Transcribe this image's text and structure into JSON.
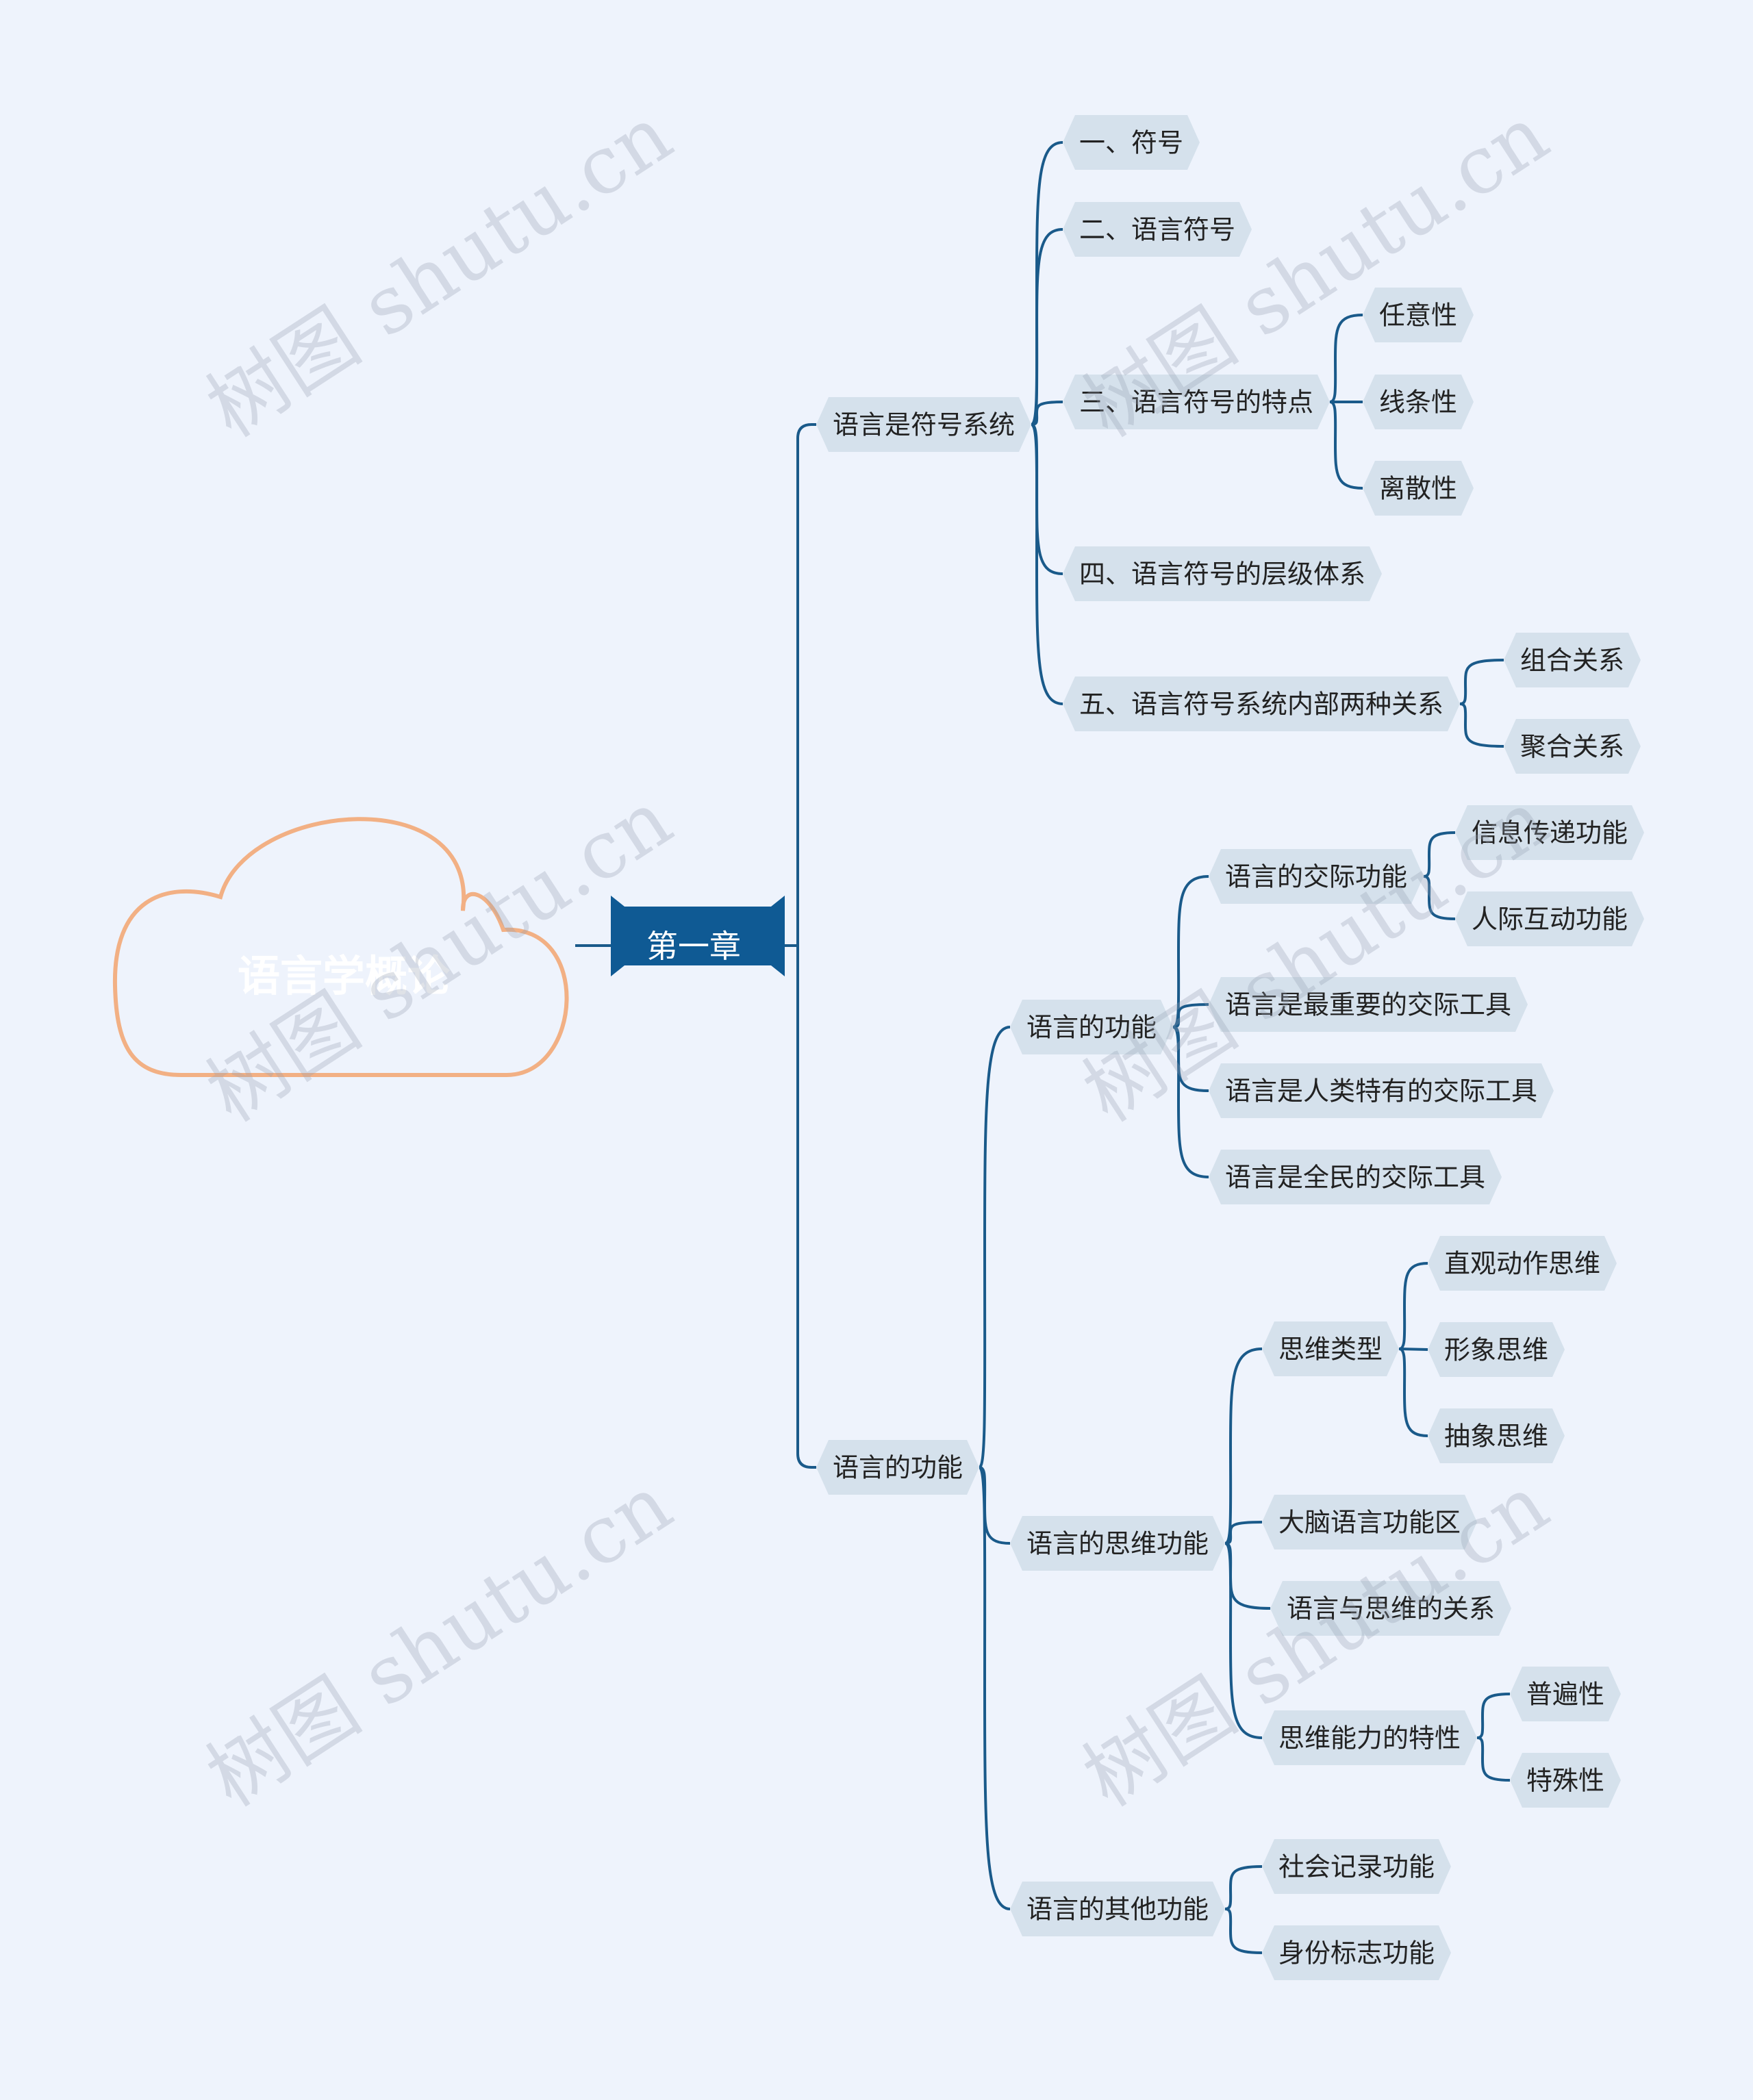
{
  "colors": {
    "background": "#eef3fc",
    "line": "#1a5a8a",
    "node_fill": "#d5e1ec",
    "node_text": "#222222",
    "chapter_fill": "#0f5a94",
    "chapter_text": "#ffffff",
    "cloud_stroke": "#f2b084",
    "cloud_text": "#ffffff"
  },
  "root": {
    "label": "语言学概论",
    "icon": "cloud-icon"
  },
  "chapter": {
    "label": "第一章"
  },
  "tree": [
    {
      "label": "语言是符号系统",
      "children": [
        {
          "label": "一、符号"
        },
        {
          "label": "二、语言符号"
        },
        {
          "label": "三、语言符号的特点",
          "children": [
            {
              "label": "任意性"
            },
            {
              "label": "线条性"
            },
            {
              "label": "离散性"
            }
          ]
        },
        {
          "label": "四、语言符号的层级体系"
        },
        {
          "label": "五、语言符号系统内部两种关系",
          "children": [
            {
              "label": "组合关系"
            },
            {
              "label": "聚合关系"
            }
          ]
        }
      ]
    },
    {
      "label": "语言的功能",
      "children": [
        {
          "label": "语言的功能",
          "children": [
            {
              "label": "语言的交际功能",
              "children": [
                {
                  "label": "信息传递功能"
                },
                {
                  "label": "人际互动功能"
                }
              ]
            },
            {
              "label": "语言是最重要的交际工具"
            },
            {
              "label": "语言是人类特有的交际工具"
            },
            {
              "label": "语言是全民的交际工具"
            }
          ]
        },
        {
          "label": "语言的思维功能",
          "children": [
            {
              "label": "思维类型",
              "children": [
                {
                  "label": "直观动作思维"
                },
                {
                  "label": "形象思维"
                },
                {
                  "label": "抽象思维"
                }
              ]
            },
            {
              "label": "大脑语言功能区"
            },
            {
              "label": "语言与思维的关系"
            },
            {
              "label": "思维能力的特性",
              "children": [
                {
                  "label": "普遍性"
                },
                {
                  "label": "特殊性"
                }
              ]
            }
          ]
        },
        {
          "label": "语言的其他功能",
          "children": [
            {
              "label": "社会记录功能"
            },
            {
              "label": "身份标志功能"
            }
          ]
        }
      ]
    }
  ],
  "watermark": {
    "text": "树图 shutu.cn"
  }
}
